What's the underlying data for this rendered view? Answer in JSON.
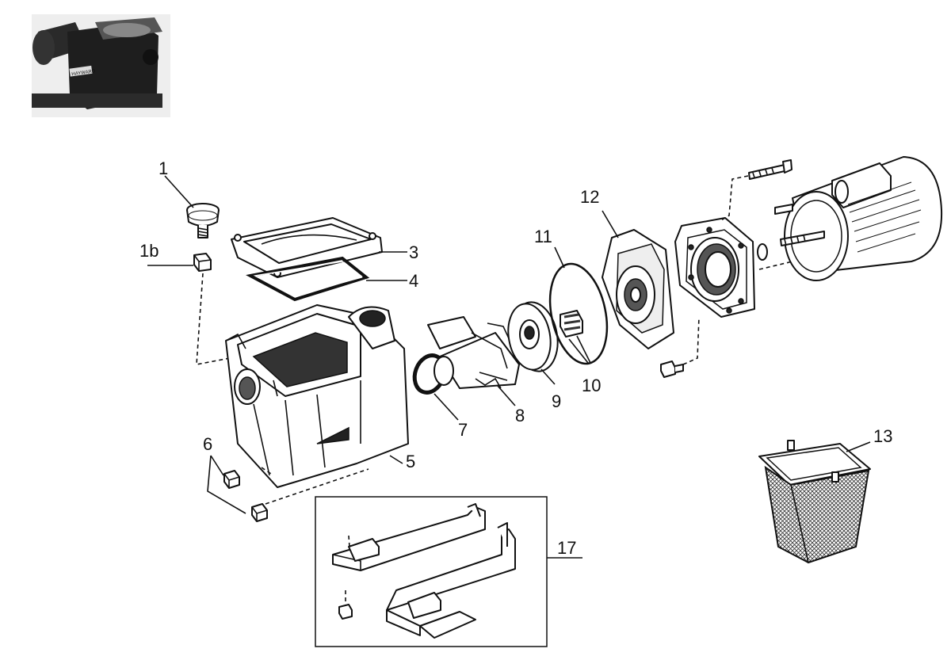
{
  "diagram": {
    "callouts": [
      {
        "id": "c1",
        "text": "1"
      },
      {
        "id": "c1b",
        "text": "1b"
      },
      {
        "id": "c3",
        "text": "3"
      },
      {
        "id": "c4",
        "text": "4"
      },
      {
        "id": "c5",
        "text": "5"
      },
      {
        "id": "c6",
        "text": "6"
      },
      {
        "id": "c7",
        "text": "7"
      },
      {
        "id": "c8",
        "text": "8"
      },
      {
        "id": "c9",
        "text": "9"
      },
      {
        "id": "c10",
        "text": "10"
      },
      {
        "id": "c11",
        "text": "11"
      },
      {
        "id": "c12",
        "text": "12"
      },
      {
        "id": "c13",
        "text": "13"
      },
      {
        "id": "c17",
        "text": "17"
      }
    ],
    "thumbnail_brand": "HAYWARD",
    "colors": {
      "ink": "#111111",
      "thumb_body": "#1e1e1e",
      "background": "#ffffff"
    }
  }
}
